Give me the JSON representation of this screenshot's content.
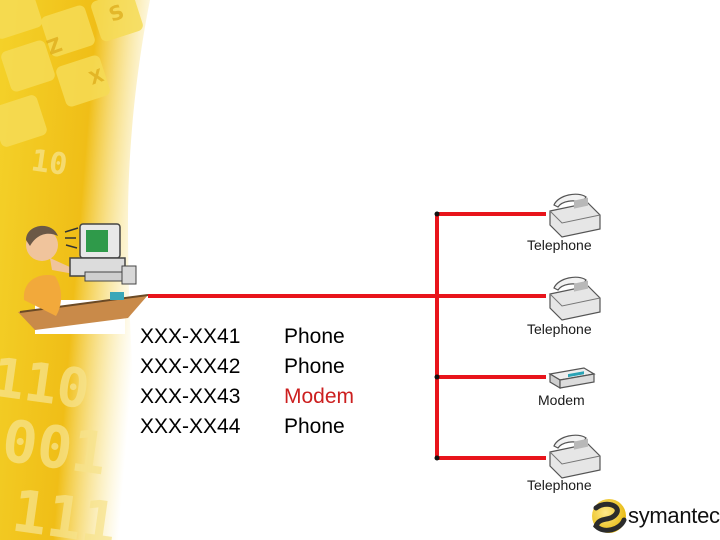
{
  "lines": [
    {
      "extension": "XXX-XX41",
      "type": "Phone"
    },
    {
      "extension": "XXX-XX42",
      "type": "Phone"
    },
    {
      "extension": "XXX-XX43",
      "type": "Modem"
    },
    {
      "extension": "XXX-XX44",
      "type": "Phone"
    }
  ],
  "devices": [
    {
      "label": "Telephone",
      "icon": "telephone-icon"
    },
    {
      "label": "Telephone",
      "icon": "telephone-icon"
    },
    {
      "label": "Modem",
      "icon": "modem-icon"
    },
    {
      "label": "Telephone",
      "icon": "telephone-icon"
    }
  ],
  "brand": {
    "name": "symantec."
  },
  "colors": {
    "wire": "#e8141b",
    "modem_text": "#cc1f1f",
    "background_yellow": "#f2c21a"
  }
}
